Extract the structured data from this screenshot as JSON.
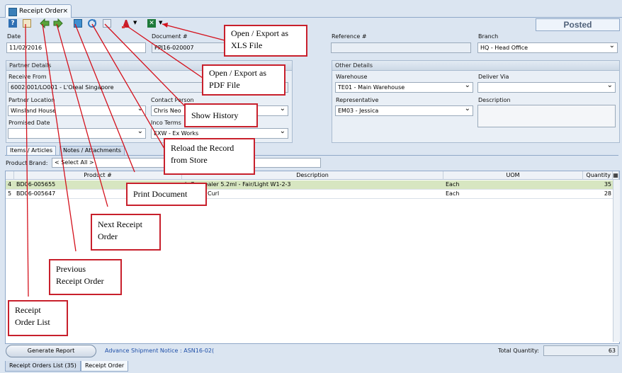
{
  "window": {
    "tab_label": "Receipt Order",
    "close_glyph": "×"
  },
  "toolbar": {
    "icons": [
      "help-icon",
      "list-icon",
      "prev-arrow-icon",
      "next-arrow-icon",
      "print-icon",
      "reload-icon",
      "history-icon",
      "pdf-icon",
      "dropdown-arrow-icon",
      "xls-icon",
      "dropdown-arrow-icon"
    ]
  },
  "status": "Posted",
  "header": {
    "date_label": "Date",
    "date_value": "11/02/2016",
    "doc_label": "Document #",
    "doc_value": "PPI16-020007",
    "ref_label": "Reference #",
    "ref_value": "",
    "branch_label": "Branch",
    "branch_value": "HQ - Head Office"
  },
  "partner": {
    "title": "Partner Details",
    "receive_from_label": "Receive From",
    "receive_from_value": "6002.001/LO001 - L'Oreal Singapore",
    "location_label": "Partner Location",
    "location_value": "Winsland House",
    "contact_label": "Contact Person",
    "contact_value": "Chris Neo",
    "promised_label": "Promised Date",
    "promised_value": "",
    "inco_label": "Inco Terms",
    "inco_value": "EXW - Ex Works"
  },
  "other": {
    "title": "Other Details",
    "warehouse_label": "Warehouse",
    "warehouse_value": "TE01 - Main Warehouse",
    "deliver_label": "Deliver Via",
    "deliver_value": "",
    "rep_label": "Representative",
    "rep_value": "EM03 - Jessica",
    "desc_label": "Description",
    "desc_value": ""
  },
  "tabs": {
    "items": "Items / Articles",
    "notes": "Notes / Attachments"
  },
  "filter": {
    "label": "Product Brand:",
    "value": "< Select All >"
  },
  "grid": {
    "columns": {
      "product": "Product #",
      "description": "Description",
      "uom": "UOM",
      "quantity": "Quantity"
    },
    "rows": [
      {
        "num": "4",
        "product": "BD06-005655",
        "description": "h Concealer 5.2ml - Fair/Light W1-2-3",
        "uom": "Each",
        "quantity": "35"
      },
      {
        "num": "5",
        "product": "BD06-005647",
        "description": "tension Curl",
        "uom": "Each",
        "quantity": "28"
      }
    ]
  },
  "footer": {
    "generate_button": "Generate Report",
    "asn_link": "Advance Shipment Notice : ASN16-02(",
    "total_label": "Total Quantity:",
    "total_value": "63"
  },
  "bottom_tabs": {
    "list": "Receipt Orders List (35)",
    "order": "Receipt Order"
  },
  "callouts": {
    "xls": [
      "Open / Export as",
      "XLS File"
    ],
    "pdf": [
      "Open / Export as",
      "PDF File"
    ],
    "history": "Show History",
    "reload": [
      "Reload the Record",
      "from Store"
    ],
    "print": "Print Document",
    "next": [
      "Next Receipt",
      "Order"
    ],
    "previous": [
      "Previous",
      "Receipt Order"
    ],
    "list": [
      "Receipt",
      "Order List"
    ]
  },
  "colors": {
    "callout_border": "#c8202c",
    "arrow": "#d4111c",
    "status_text": "#50627a",
    "selected_row": "#d7e6c1"
  }
}
